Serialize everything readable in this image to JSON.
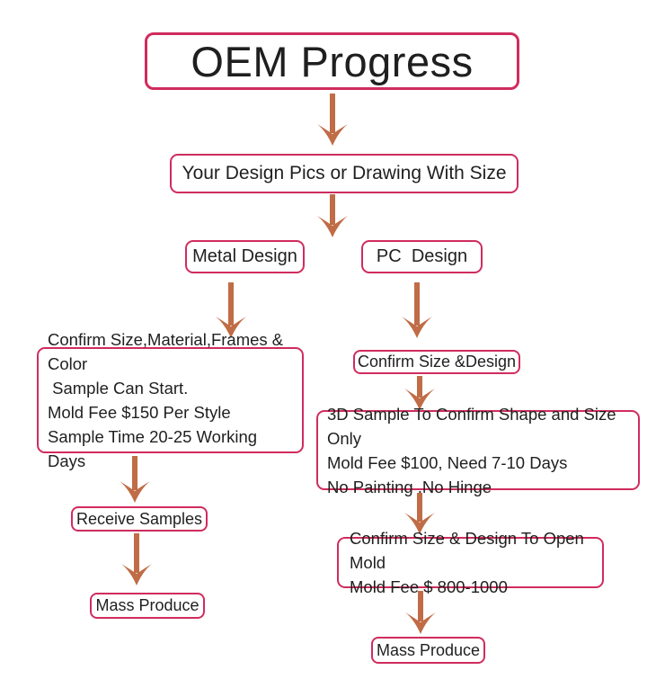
{
  "colors": {
    "background": "#ffffff",
    "box_border": "#d02c5e",
    "arrow": "#c06c46",
    "text": "#1f1f1f"
  },
  "flowchart": {
    "title": "OEM Progress",
    "design_input": "Your Design Pics or Drawing With Size",
    "metal": {
      "label": "Metal Design",
      "details": {
        "0": "Confirm Size,Material,Frames & Color",
        "1": " Sample Can Start.",
        "2": "Mold Fee $150 Per Style",
        "3": "Sample Time 20-25 Working Days"
      },
      "receive_samples": "Receive Samples",
      "mass_produce": "Mass Produce"
    },
    "pc": {
      "label": "PC  Design",
      "confirm": "Confirm Size &Design",
      "details": {
        "0": "3D Sample To Confirm Shape and Size Only",
        "1": "Mold Fee $100, Need 7-10 Days",
        "2": "No Painting ,No Hinge"
      },
      "open_mold": {
        "0": "Confirm Size & Design To Open Mold",
        "1": "Mold Fee $ 800-1000"
      },
      "mass_produce": "Mass Produce"
    }
  }
}
